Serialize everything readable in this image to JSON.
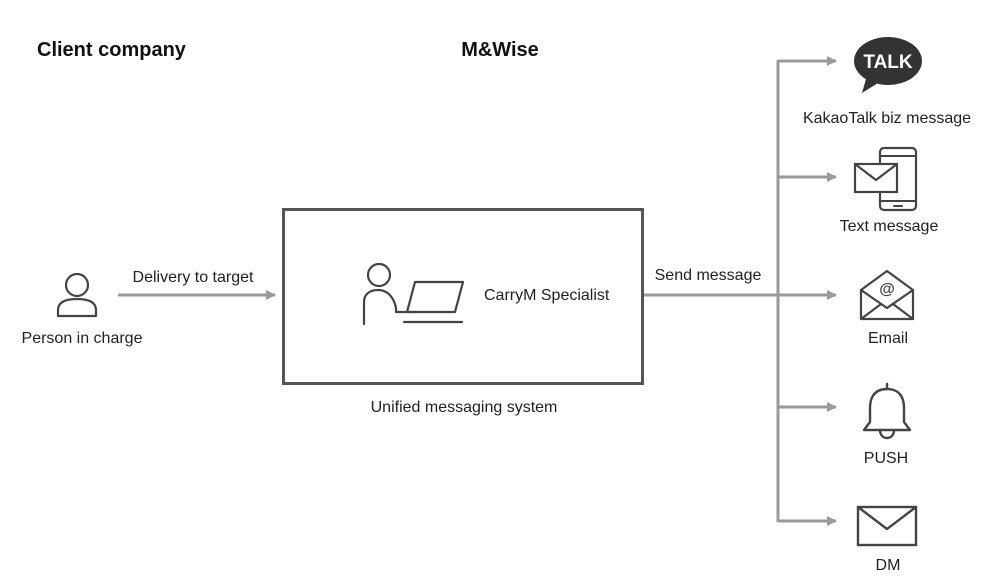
{
  "headers": {
    "left": "Client company",
    "center": "M&Wise"
  },
  "person": {
    "icon": "person-icon",
    "label": "Person in charge"
  },
  "flow": {
    "delivery_label": "Delivery to target",
    "send_label": "Send message"
  },
  "system": {
    "specialist_icon": "worker-laptop-icon",
    "specialist_label": "CarryM Specialist",
    "caption": "Unified messaging system"
  },
  "channels": [
    {
      "icon": "kakaotalk-icon",
      "icon_text": "TALK",
      "label": "KakaoTalk biz message"
    },
    {
      "icon": "phone-message-icon",
      "label": "Text message"
    },
    {
      "icon": "email-icon",
      "label": "Email"
    },
    {
      "icon": "bell-icon",
      "label": "PUSH"
    },
    {
      "icon": "envelope-icon",
      "label": "DM"
    }
  ],
  "colors": {
    "line": "#9a9a9a",
    "box_border": "#555555",
    "icon": "#444444",
    "talk_bubble": "#333333"
  }
}
